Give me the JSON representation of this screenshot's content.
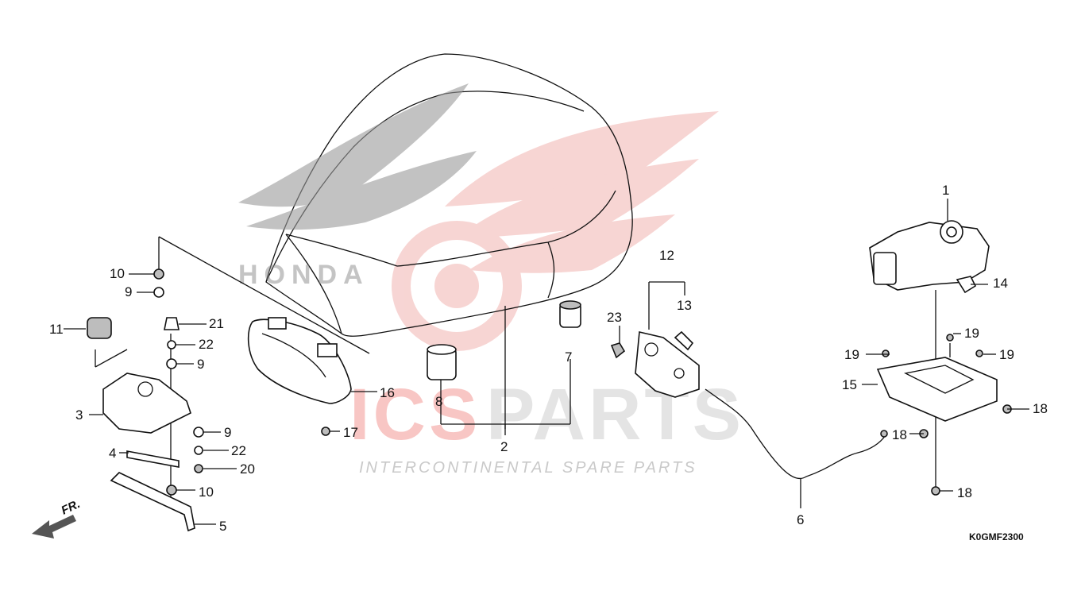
{
  "watermark": {
    "brand_red": "ICS",
    "brand_grey": "PARTS",
    "tagline_red_1": "C",
    "tagline_red_2": "S",
    "tagline": "INTERCONTINENTAL SPARE PARTS",
    "colors": {
      "red": "#e7362f",
      "grey": "#cfcfcf",
      "wing": "#f1b3b0"
    }
  },
  "seat_brand_text": "HONDA",
  "diagram_code": "K0GMF2300",
  "front_indicator": "FR.",
  "callouts": [
    "1",
    "2",
    "3",
    "4",
    "5",
    "6",
    "7",
    "8",
    "9",
    "9",
    "9",
    "10",
    "10",
    "11",
    "12",
    "13",
    "14",
    "15",
    "16",
    "17",
    "18",
    "18",
    "18",
    "19",
    "19",
    "19",
    "20",
    "21",
    "22",
    "22",
    "23"
  ]
}
